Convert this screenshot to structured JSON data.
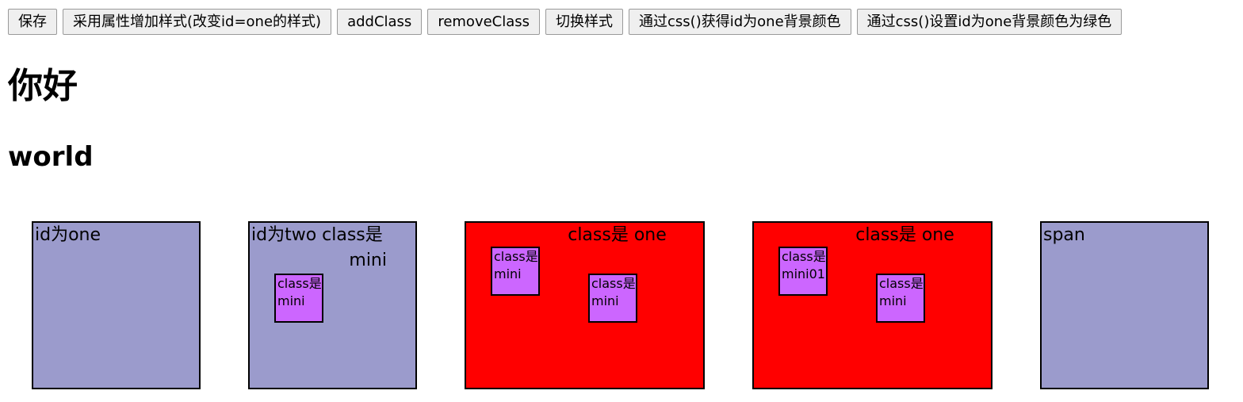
{
  "toolbar": {
    "buttons": [
      {
        "label": "保存"
      },
      {
        "label": "采用属性增加样式(改变id=one的样式)"
      },
      {
        "label": "addClass"
      },
      {
        "label": "removeClass"
      },
      {
        "label": "切换样式"
      },
      {
        "label": "通过css()获得id为one背景颜色"
      },
      {
        "label": "通过css()设置id为one背景颜色为绿色"
      }
    ]
  },
  "headings": {
    "h1": "你好",
    "h2": "world"
  },
  "boxes": {
    "one": {
      "label": "id为one"
    },
    "two": {
      "label_line1": "id为two class是",
      "label_line2": "mini",
      "child": {
        "line1": "class是",
        "line2": "mini"
      }
    },
    "class_one_a": {
      "label": "class是 one",
      "child1": {
        "line1": "class是",
        "line2": "mini"
      },
      "child2": {
        "line1": "class是",
        "line2": "mini"
      }
    },
    "class_one_b": {
      "label": "class是 one",
      "child1": {
        "line1": "class是",
        "line2": "mini01"
      },
      "child2": {
        "line1": "class是",
        "line2": "mini"
      }
    },
    "span": {
      "label": "span"
    }
  },
  "colors": {
    "lavender": "#9b9bcc",
    "red": "#ff0000",
    "purple": "#cc66ff",
    "button_bg": "#efefef"
  }
}
